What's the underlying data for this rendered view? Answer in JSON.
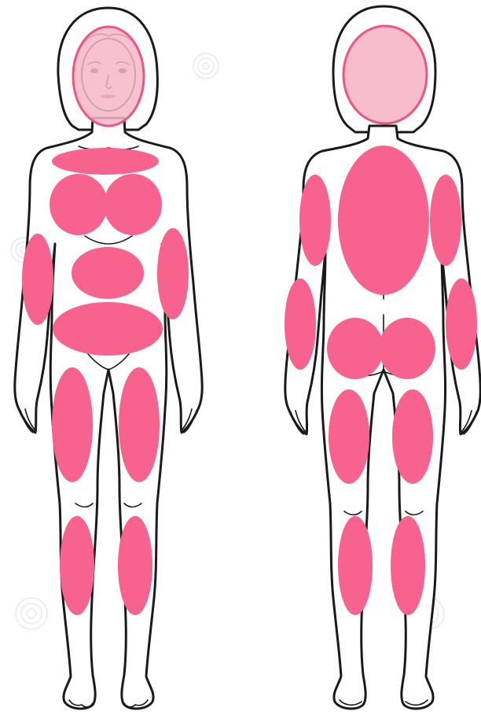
{
  "figure": {
    "views": [
      "front",
      "back"
    ],
    "colors": {
      "zone_fill": "#f7628e",
      "head_fill": "#f6b6c8",
      "head_stroke": "#ee5583",
      "outline": "#1a1a1a",
      "background": "#ffffff"
    },
    "front_zones": [
      "head",
      "upper-chest",
      "left-breast",
      "right-breast",
      "left-upper-arm",
      "right-upper-arm",
      "upper-abdomen",
      "lower-abdomen",
      "left-thigh",
      "right-thigh",
      "left-calf",
      "right-calf"
    ],
    "back_zones": [
      "head",
      "upper-back",
      "left-upper-arm",
      "right-upper-arm",
      "left-forearm",
      "right-forearm",
      "left-buttock",
      "right-buttock",
      "left-thigh",
      "right-thigh",
      "left-calf",
      "right-calf"
    ]
  }
}
